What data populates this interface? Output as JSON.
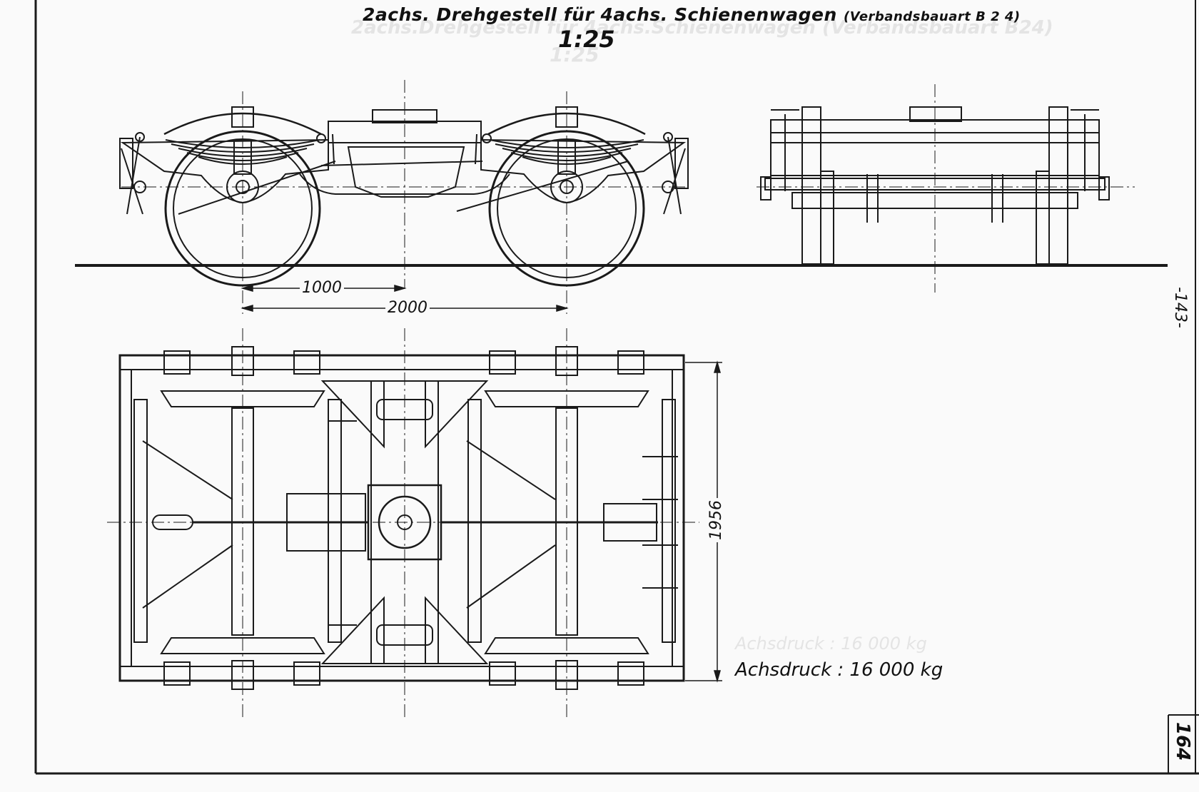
{
  "drawing": {
    "title_main": "2achs. Drehgestell für 4achs. Schienenwagen",
    "title_sub": "(Verbandsbauart B 2 4)",
    "scale": "1:25",
    "dim_half_wheelbase": "1000",
    "dim_wheelbase": "2000",
    "dim_width": "1956",
    "axle_load": "Achsdruck : 16 000 kg",
    "page_marker": "-143-",
    "page_number": "164"
  },
  "colors": {
    "ink": "#1a1a1a",
    "paper": "#fafafa",
    "ghost": "#e4e4e4"
  }
}
